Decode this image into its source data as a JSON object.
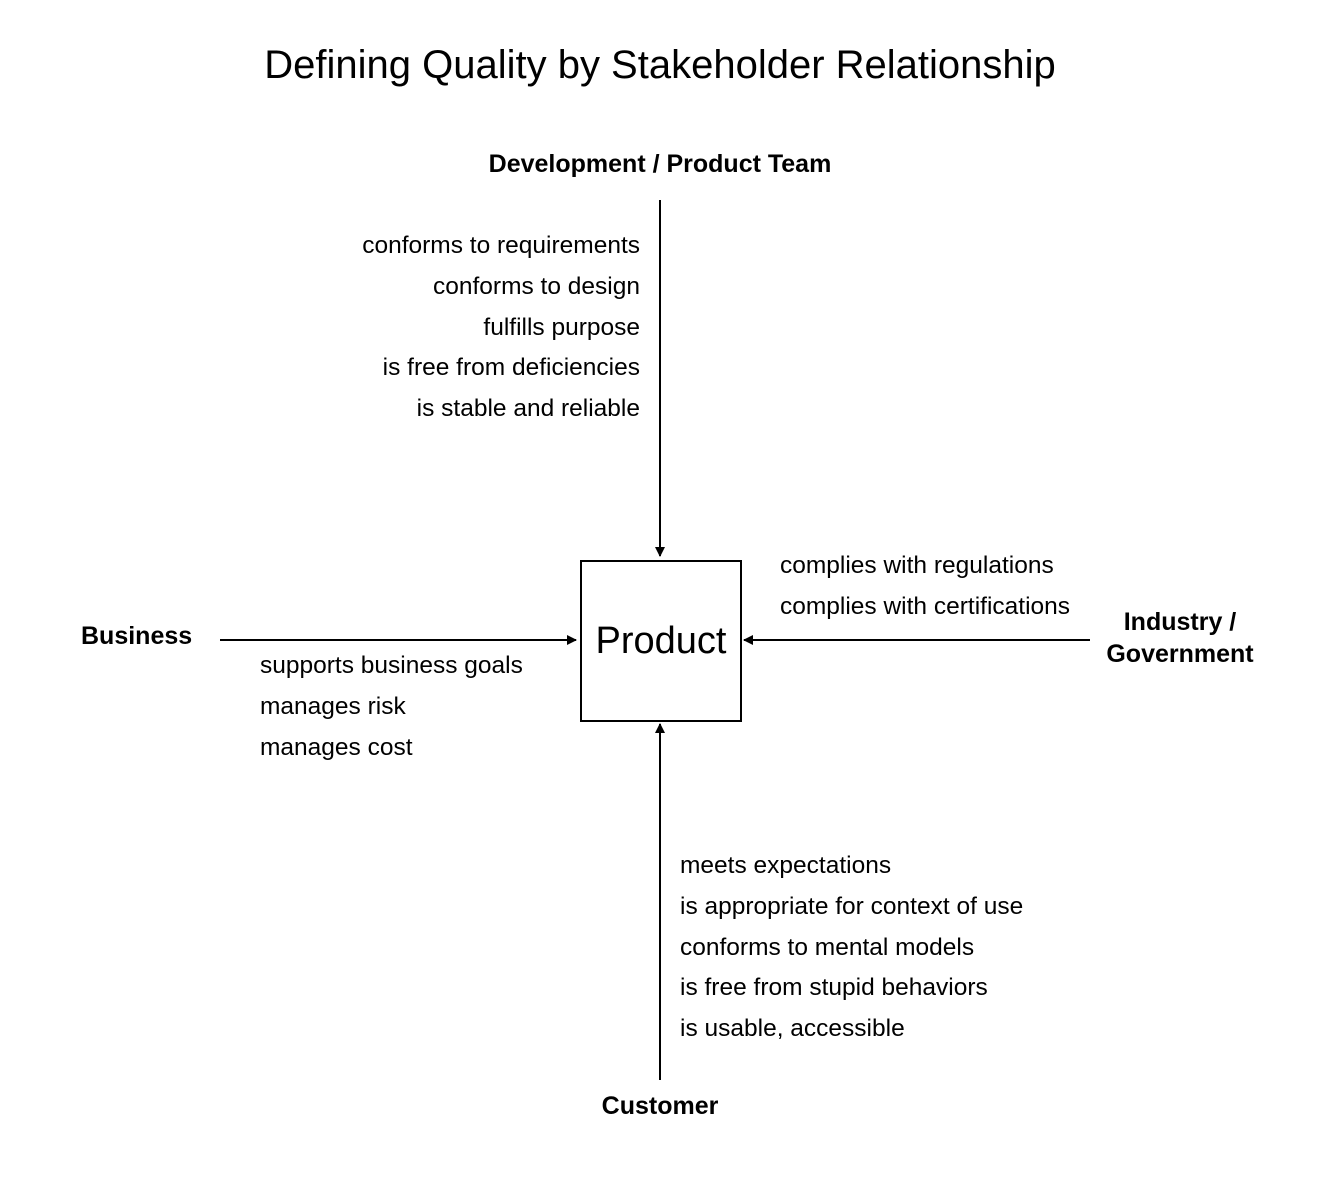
{
  "title": "Defining Quality by Stakeholder Relationship",
  "product": {
    "label": "Product"
  },
  "stakeholders": {
    "development": {
      "label": "Development / Product Team",
      "attributes": [
        "conforms to requirements",
        "conforms to design",
        "fulfills purpose",
        "is free from deficiencies",
        "is stable and reliable"
      ]
    },
    "business": {
      "label": "Business",
      "attributes": [
        "supports business goals",
        "manages risk",
        "manages cost"
      ]
    },
    "industry": {
      "label_line1": "Industry /",
      "label_line2": "Government",
      "attributes": [
        "complies with regulations",
        "complies with certifications"
      ]
    },
    "customer": {
      "label": "Customer",
      "attributes": [
        "meets expectations",
        "is appropriate for context of use",
        "conforms to mental models",
        "is free from stupid behaviors",
        "is usable, accessible"
      ]
    }
  },
  "colors": {
    "stroke": "#000000",
    "background": "#ffffff"
  }
}
